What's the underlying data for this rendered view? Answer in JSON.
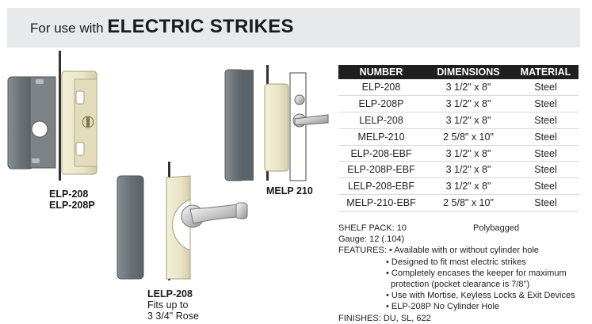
{
  "header": {
    "prefix": "For use with",
    "title": "ELECTRIC STRIKES"
  },
  "table": {
    "headers": [
      "NUMBER",
      "DIMENSIONS",
      "MATERIAL"
    ],
    "rows": [
      [
        "ELP-208",
        "3 1/2\" x 8\"",
        "Steel"
      ],
      [
        "ELP-208P",
        "3 1/2\" x 8\"",
        "Steel"
      ],
      [
        "LELP-208",
        "3 1/2\" x 8\"",
        "Steel"
      ],
      [
        "MELP-210",
        "2 5/8\" x 10\"",
        "Steel"
      ],
      [
        "ELP-208-EBF",
        "3 1/2\" x 8\"",
        "Steel"
      ],
      [
        "ELP-208P-EBF",
        "3 1/2\" x 8\"",
        "Steel"
      ],
      [
        "LELP-208-EBF",
        "3 1/2\" x 8\"",
        "Steel"
      ],
      [
        "MELP-210-EBF",
        "2 5/8\" x 10\"",
        "Steel"
      ]
    ]
  },
  "notes": {
    "shelf_pack": "SHELF PACK: 10",
    "packaging": "Polybagged",
    "gauge": "Gauge: 12 (.104)",
    "features_label": "FEATURES:",
    "features": [
      "• Available with or without cylinder hole",
      "• Designed to fit most electric strikes",
      "• Completely encases the keeper for maximum",
      "protection (pocket clearance is 7/8\")",
      "• Use with Mortise, Keyless Locks & Exit Devices",
      "• ELP-208P No Cylinder Hole"
    ],
    "finishes": "FINISHES:  DU, SL, 622"
  },
  "captions": {
    "elp_line1": "ELP-208",
    "elp_line2": "ELP-208P",
    "melp": "MELP 210",
    "lelp_title": "LELP-208",
    "lelp_line2": "Fits up to",
    "lelp_line3": "3 3/4\" Rose"
  },
  "colors": {
    "steel_gray": "#6f777c",
    "brass": "#ece8cc",
    "header_band": "#e8e9ea",
    "table_header": "#1f1f1f"
  }
}
